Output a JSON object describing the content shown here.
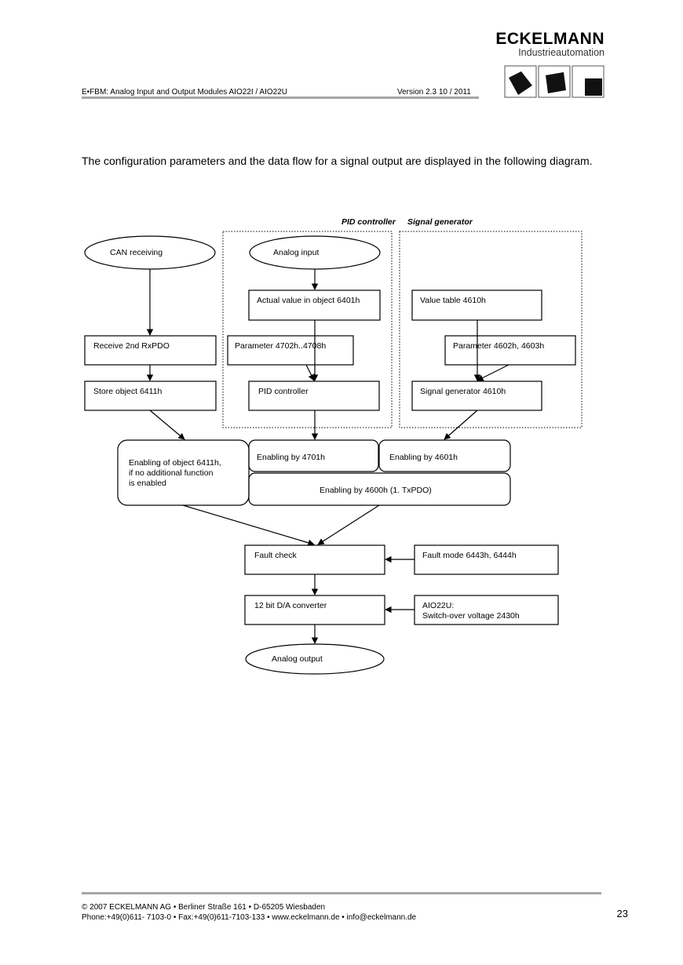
{
  "brand": {
    "name": "ECKELMANN",
    "subtitle": "Industrieautomation"
  },
  "header": {
    "title": "E•FBM: Analog Input and Output Modules AIO22I / AIO22U",
    "version": "Version 2.3   10 / 2011"
  },
  "intro_text": "The configuration parameters and the data flow for a signal output are displayed in the following diagram.",
  "diagram": {
    "groups": {
      "pid": "PID controller",
      "signal": "Signal generator"
    },
    "nodes": {
      "can_receiving": "CAN receiving",
      "analog_input": "Analog input",
      "actual_value": "Actual value in object 6401h",
      "value_table": "Value table 4610h",
      "receive_rxpdo": "Receive 2nd RxPDO",
      "param_4702": "Parameter 4702h..4708h",
      "param_4602": "Parameter 4602h, 4603h",
      "store_object": "Store object 6411h",
      "pid_controller": "PID controller",
      "signal_generator": "Signal generator 4610h",
      "enabling_6411_l1": "Enabling of object 6411h,",
      "enabling_6411_l2": "if no additional function",
      "enabling_6411_l3": "is enabled",
      "enabling_4701": "Enabling by 4701h",
      "enabling_4601": "Enabling by 4601h",
      "enabling_4600": "Enabling by 4600h (1. TxPDO)",
      "fault_check": "Fault check",
      "fault_mode": "Fault mode 6443h, 6444h",
      "dac": "12 bit D/A converter",
      "aio22u_l1": "AIO22U:",
      "aio22u_l2": "Switch-over voltage 2430h",
      "analog_output": "Analog output"
    }
  },
  "footer": {
    "line1": "© 2007 ECKELMANN AG • Berliner Straße 161 • D-65205 Wiesbaden",
    "line2": "Phone:+49(0)611- 7103-0 • Fax:+49(0)611-7103-133 • www.eckelmann.de • info@eckelmann.de",
    "page": "23"
  }
}
